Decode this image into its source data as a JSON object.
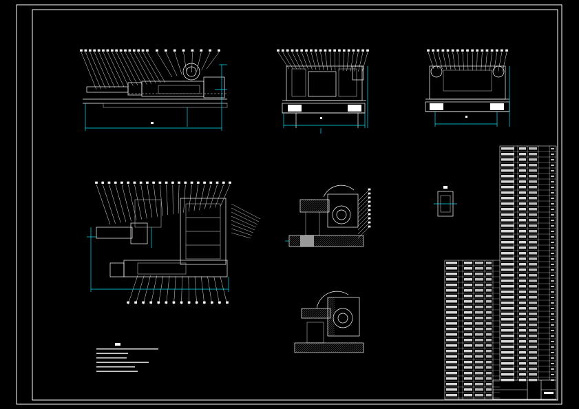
{
  "colors": {
    "background": "#000000",
    "line_white": "#ffffff",
    "line_cyan": "#00e5ff",
    "line_grey": "#9a9a9a"
  },
  "drawing": {
    "views": [
      {
        "id": "front-elevation",
        "label": ""
      },
      {
        "id": "side-view-a",
        "label": ""
      },
      {
        "id": "side-view-b",
        "label": ""
      },
      {
        "id": "plan-view",
        "label": ""
      },
      {
        "id": "section-detail-a",
        "label": ""
      },
      {
        "id": "section-detail-b",
        "label": ""
      },
      {
        "id": "small-detail",
        "label": ""
      }
    ],
    "notes": {
      "title": "",
      "lines": []
    },
    "parts_list": {
      "title": ""
    }
  }
}
